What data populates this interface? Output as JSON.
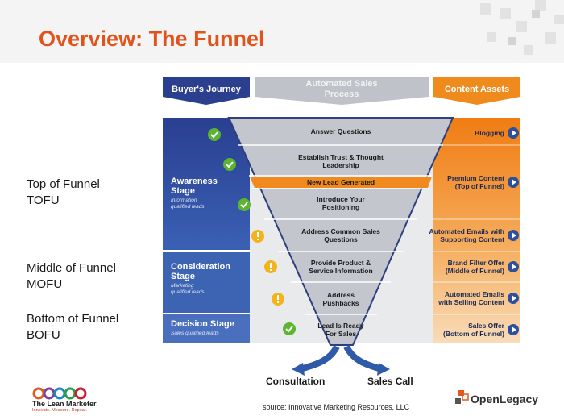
{
  "title": "Overview: The Funnel",
  "side_labels": [
    {
      "line1": "Top of Funnel",
      "line2": "TOFU"
    },
    {
      "line1": "Middle of Funnel",
      "line2": "MOFU"
    },
    {
      "line1": "Bottom of Funnel",
      "line2": "BOFU"
    }
  ],
  "headers": {
    "left": "Buyer's Journey",
    "middle_line1": "Automated Sales",
    "middle_line2": "Process",
    "right": "Content Assets"
  },
  "stages": [
    {
      "title_line1": "Awareness",
      "title_line2": "Stage",
      "sub_line1": "Information",
      "sub_line2": "qualified leads"
    },
    {
      "title_line1": "Consideration",
      "title_line2": "Stage",
      "sub_line1": "Marketing",
      "sub_line2": "qualified leads"
    },
    {
      "title_line1": "Decision Stage",
      "title_line2": "",
      "sub_line1": "Sales qualified leads",
      "sub_line2": ""
    }
  ],
  "funnel_steps": [
    {
      "line1": "Answer Questions",
      "line2": ""
    },
    {
      "line1": "Establish Trust & Thought",
      "line2": "Leadership"
    },
    {
      "line1": "New Lead Generated",
      "line2": ""
    },
    {
      "line1": "Introduce Your",
      "line2": "Positioning"
    },
    {
      "line1": "Address Common Sales",
      "line2": "Questions"
    },
    {
      "line1": "Provide Product &",
      "line2": "Service Information"
    },
    {
      "line1": "Address",
      "line2": "Pushbacks"
    },
    {
      "line1": "Lead Is Ready",
      "line2": "For Sales"
    }
  ],
  "content_assets": [
    {
      "line1": "Blogging",
      "line2": ""
    },
    {
      "line1": "Premium Content",
      "line2": "(Top of Funnel)"
    },
    {
      "line1": "Automated Emails with",
      "line2": "Supporting Content"
    },
    {
      "line1": "Brand Filter Offer",
      "line2": "(Middle of Funnel)"
    },
    {
      "line1": "Automated Emails",
      "line2": "with Selling Content"
    },
    {
      "line1": "Sales Offer",
      "line2": "(Bottom of Funnel)"
    }
  ],
  "status_icons": [
    "check",
    "check",
    "check",
    "alert",
    "alert",
    "alert",
    "check"
  ],
  "outputs": [
    "Consultation",
    "Sales Call"
  ],
  "source": "source: Innovative Marketing Resources, LLC",
  "logos": {
    "lean_marketer_name": "The Lean Marketer",
    "lean_marketer_tagline": "Innovate. Measure. Repeat.",
    "openlegacy_name": "OpenLegacy"
  },
  "colors": {
    "title": "#e0541b",
    "blue": "#2b4a9c",
    "orange": "#f08a1e",
    "gray": "#b9bcc2",
    "check": "#5cb531",
    "alert": "#f2b31c",
    "arrow": "#2f5aa8"
  }
}
